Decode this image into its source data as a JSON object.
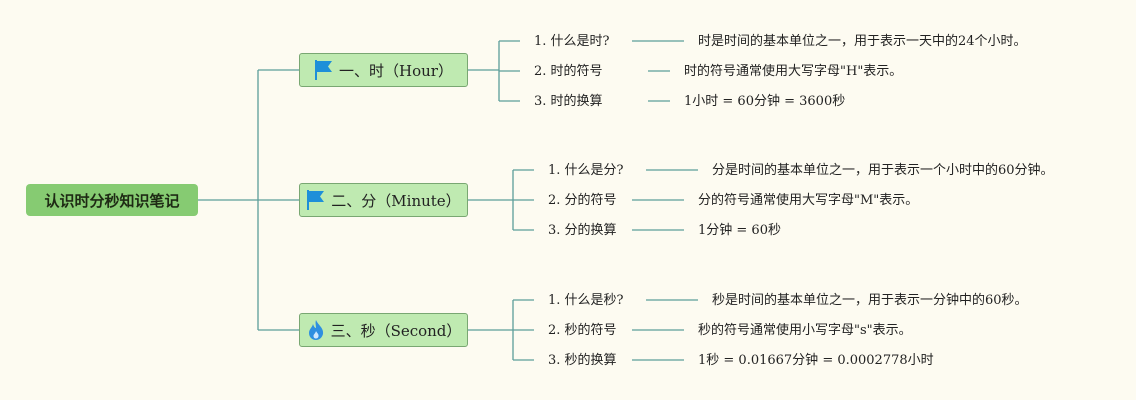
{
  "root": {
    "label": "认识时分秒知识笔记"
  },
  "colors": {
    "line": "#5d9e9a",
    "root_fill": "#86cb72",
    "branch_fill": "#bfeab1",
    "branch_border": "#79a772",
    "flag": "#1e8fd9",
    "flame": "#2f8fe0"
  },
  "branches": [
    {
      "label": "一、时（Hour）",
      "icon": "flag-icon",
      "items": [
        {
          "label": "1. 什么是时?",
          "detail": "时是时间的基本单位之一，用于表示一天中的24个小时。"
        },
        {
          "label": "2. 时的符号",
          "detail": "时的符号通常使用大写字母\"H\"表示。"
        },
        {
          "label": "3. 时的换算",
          "detail": "1小时 = 60分钟 = 3600秒"
        }
      ]
    },
    {
      "label": "二、分（Minute）",
      "icon": "flag-icon",
      "items": [
        {
          "label": "1. 什么是分?",
          "detail": "分是时间的基本单位之一，用于表示一个小时中的60分钟。"
        },
        {
          "label": "2. 分的符号",
          "detail": "分的符号通常使用大写字母\"M\"表示。"
        },
        {
          "label": "3. 分的换算",
          "detail": "1分钟 = 60秒"
        }
      ]
    },
    {
      "label": "三、秒（Second）",
      "icon": "flame-icon",
      "items": [
        {
          "label": "1. 什么是秒?",
          "detail": "秒是时间的基本单位之一，用于表示一分钟中的60秒。"
        },
        {
          "label": "2. 秒的符号",
          "detail": "秒的符号通常使用小写字母\"s\"表示。"
        },
        {
          "label": "3. 秒的换算",
          "detail": "1秒 = 0.01667分钟 = 0.0002778小时"
        }
      ]
    }
  ]
}
